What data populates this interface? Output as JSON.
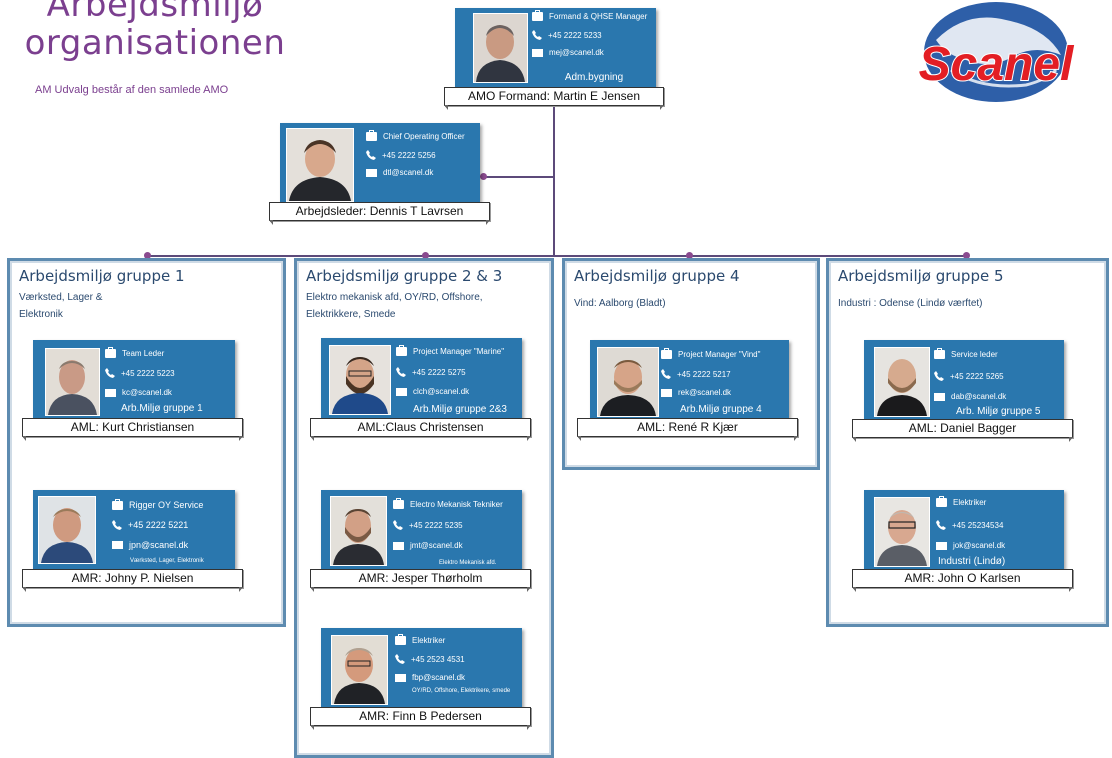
{
  "header": {
    "title_line1": "Arbejdsmiljø",
    "title_line2": "organisationen",
    "subtitle": "AM Udvalg består af den samlede AMO"
  },
  "logo": {
    "text": "Scanel"
  },
  "colors": {
    "accent": "#7b3f8f",
    "card": "#2a77ae",
    "border": "#5d8bb0",
    "group_title": "#2b4a6f"
  },
  "top": {
    "role": "Formand & QHSE Manager",
    "phone": "+45 2222 5233",
    "email": "mej@scanel.dk",
    "extra": "Adm.bygning",
    "label": "AMO Formand: Martin E Jensen"
  },
  "leader": {
    "role": "Chief Operating Officer",
    "phone": "+45 2222 5256",
    "email": "dtl@scanel.dk",
    "label": "Arbejdsleder: Dennis T Lavrsen"
  },
  "groups": [
    {
      "title": "Arbejdsmiljø gruppe 1",
      "subtitle": "Værksted, Lager & Elektronik",
      "members": [
        {
          "role": "Team Leder",
          "phone": "+45 2222 5223",
          "email": "kc@scanel.dk",
          "extra": "Arb.Miljø gruppe 1",
          "label": "AML: Kurt Christiansen"
        },
        {
          "role": "Rigger OY Service",
          "phone": "+45 2222 5221",
          "email": "jpn@scanel.dk",
          "extra": "Værksted, Lager, Elektronik",
          "label": "AMR: Johny P. Nielsen"
        }
      ]
    },
    {
      "title": "Arbejdsmiljø gruppe 2 & 3",
      "subtitle": "Elektro mekanisk afd, OY/RD, Offshore, Elektrikkere, Smede",
      "members": [
        {
          "role": "Project Manager \"Marine\"",
          "phone": "+45 2222 5275",
          "email": "clch@scanel.dk",
          "extra": "Arb.Miljø gruppe 2&3",
          "label": "AML:Claus Christensen"
        },
        {
          "role": "Electro Mekanisk Tekniker",
          "phone": "+45 2222 5235",
          "email": "jmt@scanel.dk",
          "extra": "Elektro Mekanisk afd.",
          "label": "AMR: Jesper Thørholm"
        },
        {
          "role": "Elektriker",
          "phone": "+45 2523 4531",
          "email": "fbp@scanel.dk",
          "extra": "OY/RD, Offshore, Elektrikere, smede",
          "label": "AMR: Finn B Pedersen"
        }
      ]
    },
    {
      "title": "Arbejdsmiljø gruppe 4",
      "subtitle": "Vind: Aalborg (Bladt)",
      "members": [
        {
          "role": "Project Manager \"Vind\"",
          "phone": "+45 2222 5217",
          "email": "rek@scanel.dk",
          "extra": "Arb.Miljø gruppe 4",
          "label": "AML: René R Kjær"
        }
      ]
    },
    {
      "title": "Arbejdsmiljø gruppe 5",
      "subtitle": "Industri : Odense (Lindø værftet)",
      "members": [
        {
          "role": "Service leder",
          "phone": "+45 2222 5265",
          "email": "dab@scanel.dk",
          "extra": "Arb. Miljø gruppe 5",
          "label": "AML: Daniel Bagger"
        },
        {
          "role": "Elektriker",
          "phone": "+45 25234534",
          "email": "jok@scanel.dk",
          "extra": "Industri (Lindø)",
          "label": "AMR: John O Karlsen"
        }
      ]
    }
  ]
}
